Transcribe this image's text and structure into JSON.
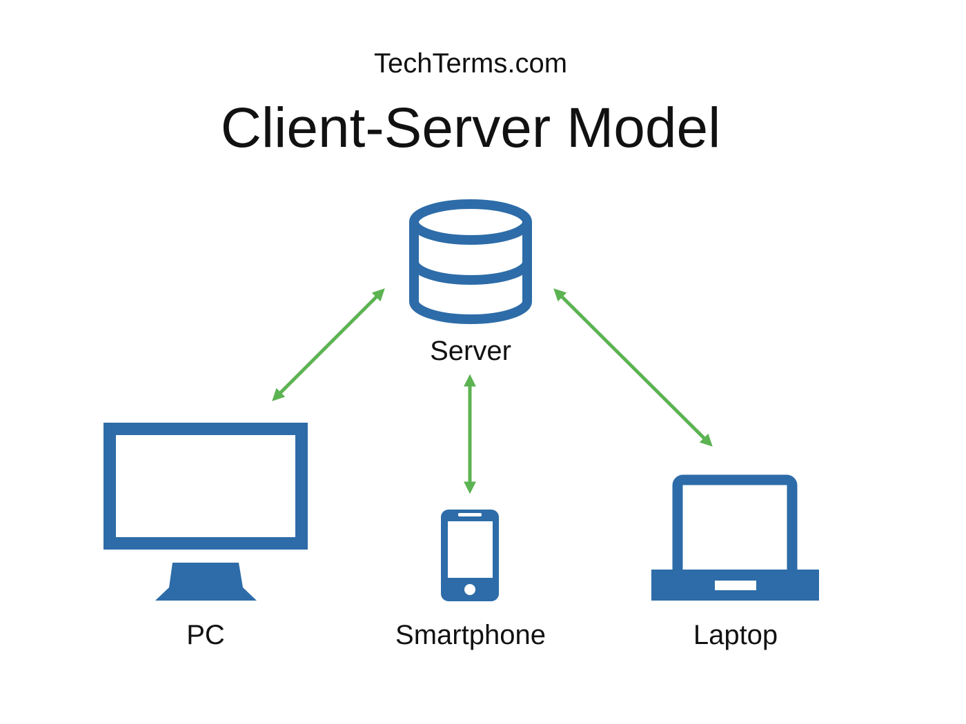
{
  "header": {
    "site_name": "TechTerms.com",
    "title": "Client-Server Model"
  },
  "nodes": {
    "server": {
      "label": "Server",
      "icon": "database-server-icon"
    },
    "pc": {
      "label": "PC",
      "icon": "desktop-monitor-icon"
    },
    "smartphone": {
      "label": "Smartphone",
      "icon": "smartphone-icon"
    },
    "laptop": {
      "label": "Laptop",
      "icon": "laptop-icon"
    }
  },
  "connections": [
    {
      "from": "server",
      "to": "pc",
      "direction": "bidirectional"
    },
    {
      "from": "server",
      "to": "smartphone",
      "direction": "bidirectional"
    },
    {
      "from": "server",
      "to": "laptop",
      "direction": "bidirectional"
    }
  ],
  "colors": {
    "icon": "#2d6ca8",
    "arrow": "#5cb352",
    "text": "#111111",
    "background": "#ffffff"
  }
}
